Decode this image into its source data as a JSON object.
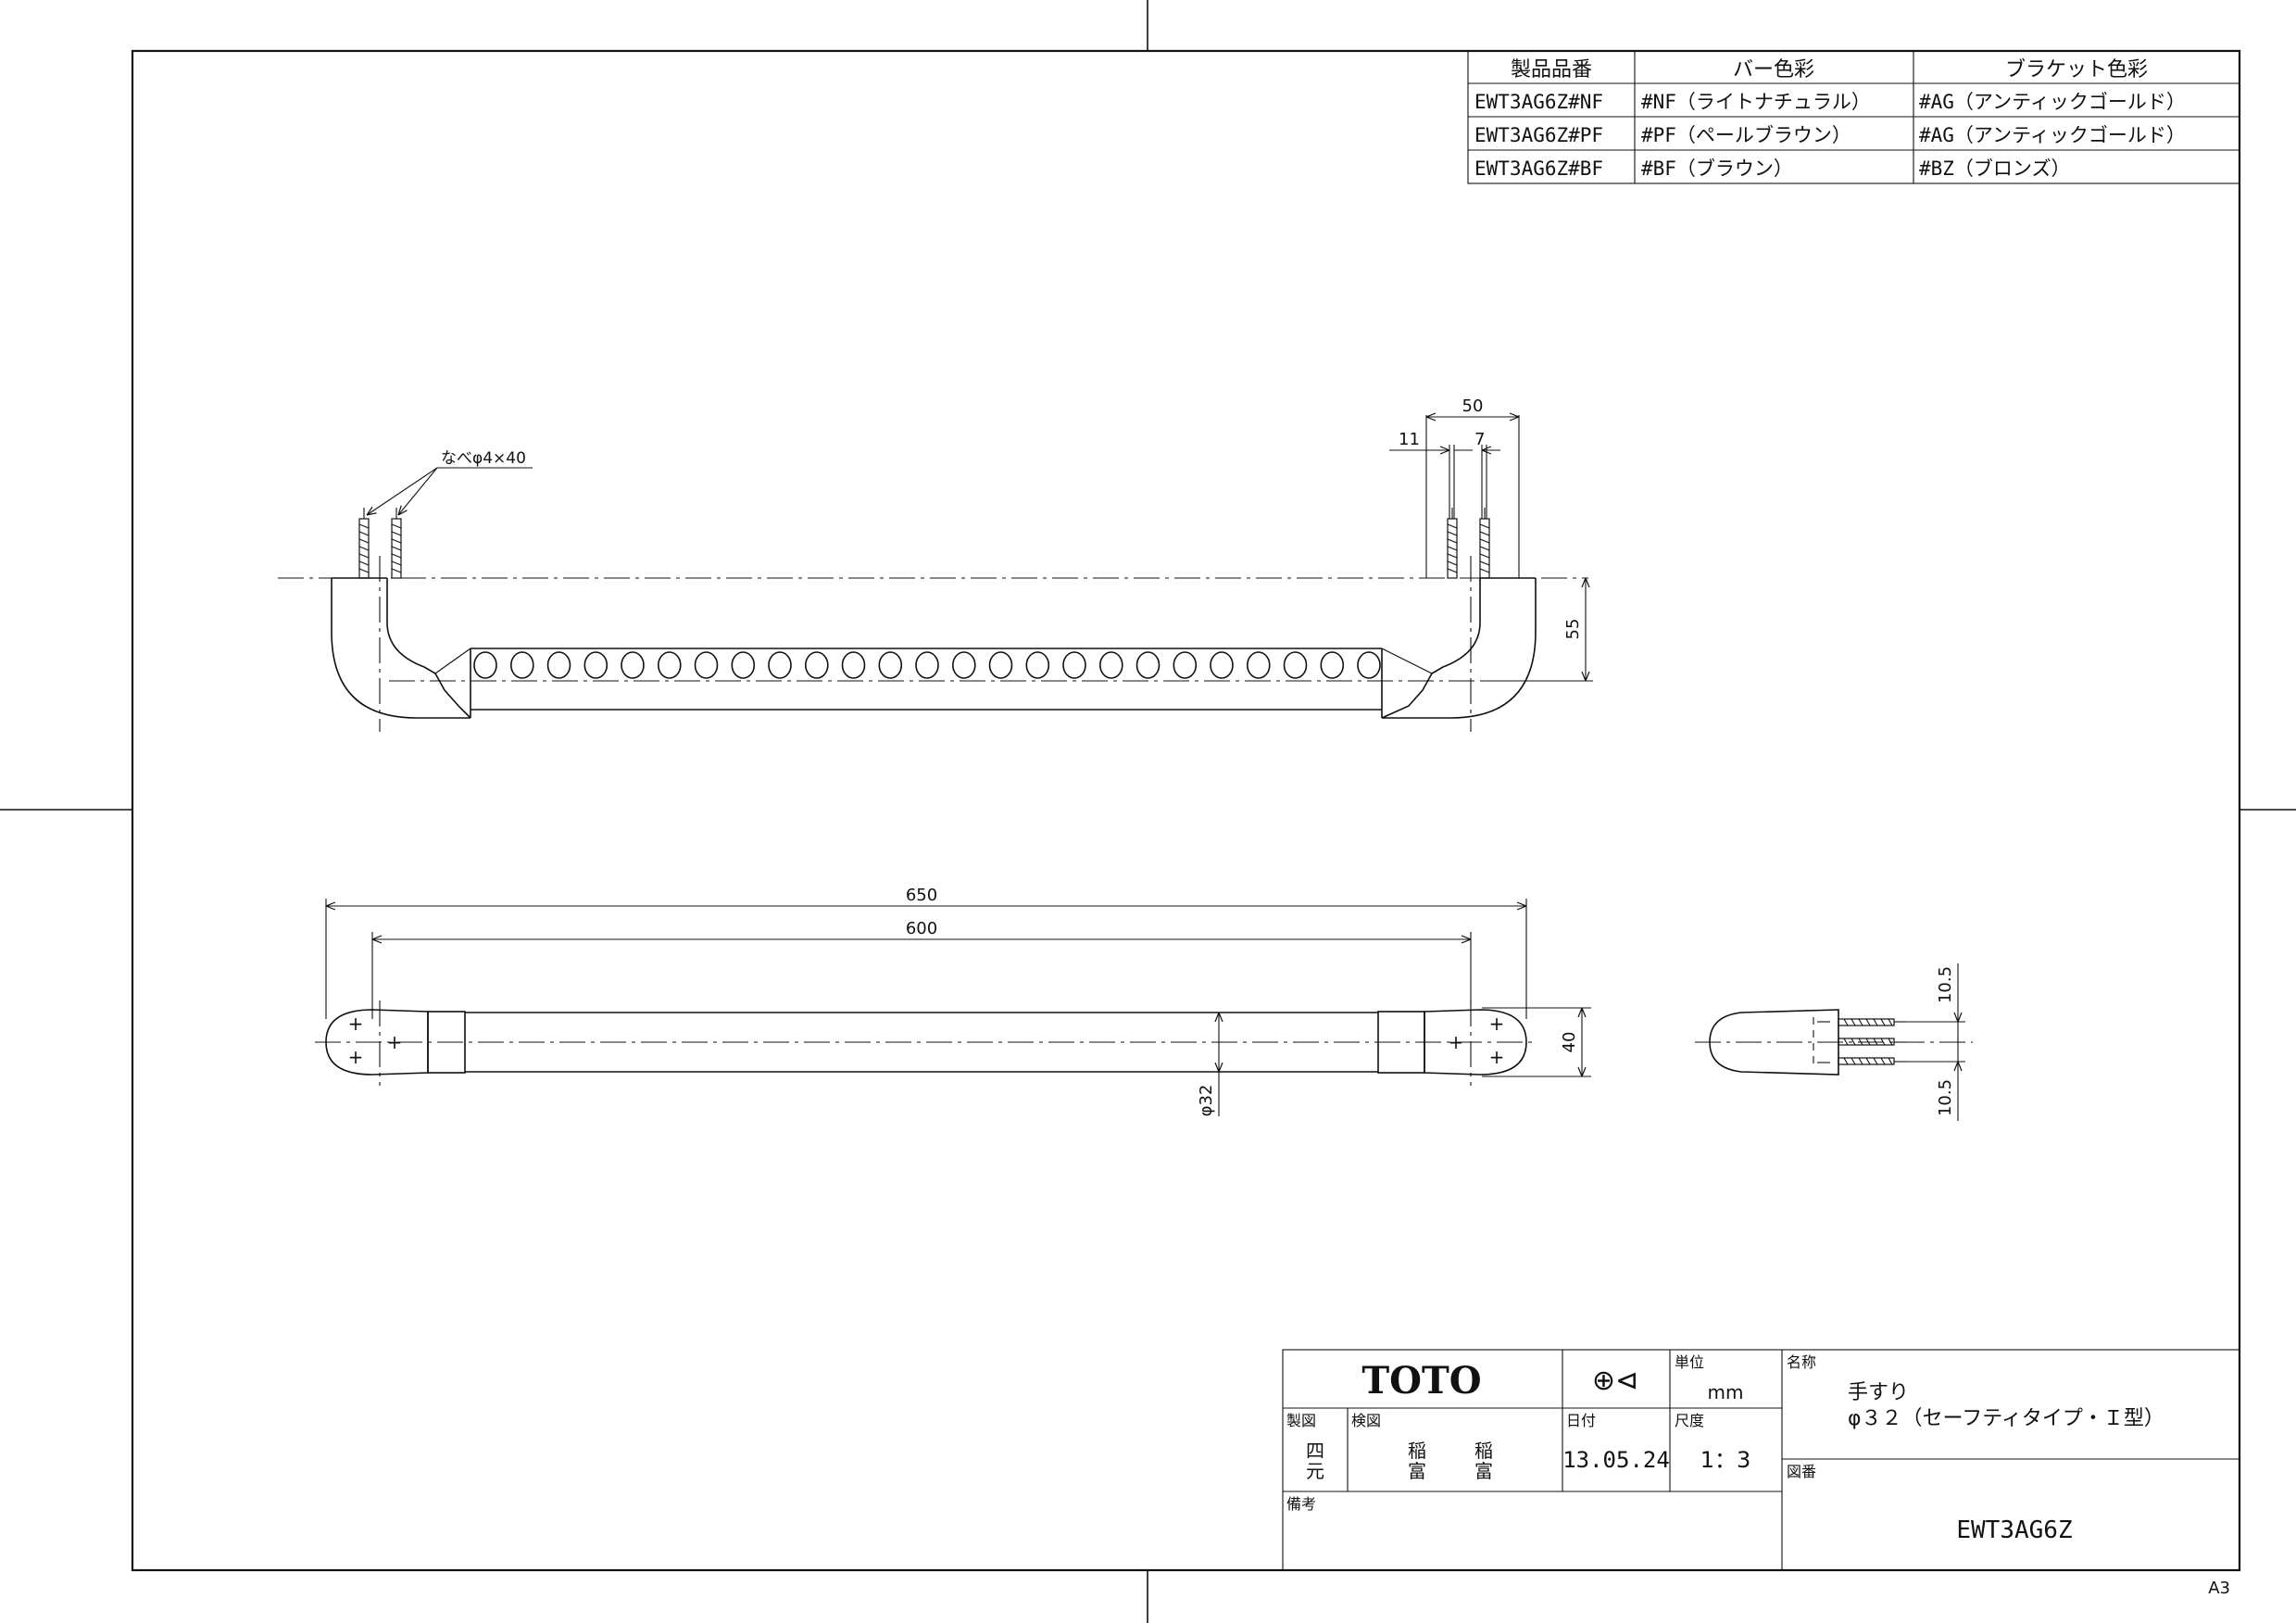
{
  "spec_table": {
    "headers": [
      "製品品番",
      "バー色彩",
      "ブラケット色彩"
    ],
    "rows": [
      [
        "EWT3AG6Z#NF",
        "#NF（ライトナチュラル）",
        "#AG（アンティックゴールド）"
      ],
      [
        "EWT3AG6Z#PF",
        "#PF（ペールブラウン）",
        "#AG（アンティックゴールド）"
      ],
      [
        "EWT3AG6Z#BF",
        "#BF（ブラウン）",
        "#BZ（ブロンズ）"
      ]
    ]
  },
  "dimensions": {
    "screw_note": "なべφ4×40",
    "d50": "50",
    "d11": "11",
    "d7": "7",
    "d55": "55",
    "d650": "650",
    "d600": "600",
    "d40": "40",
    "phi32": "φ32",
    "d10_5_top": "10.5",
    "d10_5_bottom": "10.5"
  },
  "title_block": {
    "logo": "TOTO",
    "projection_symbol": "⊕⊲",
    "unit_label": "単位",
    "unit_value": "mm",
    "name_label": "名称",
    "name_line1": "手すり",
    "name_line2": "φ３２（セーフティタイプ・Ｉ型）",
    "drawn_label": "製図",
    "drawn_value_1": "四",
    "drawn_value_2": "元",
    "checked_label": "検図",
    "checked_a1": "稲",
    "checked_a2": "富",
    "checked_b1": "稲",
    "checked_b2": "富",
    "date_label": "日付",
    "date_value": "13.05.24",
    "scale_label": "尺度",
    "scale_value": "1：3",
    "drawing_no_label": "図番",
    "drawing_no_value": "EWT3AG6Z",
    "remarks_label": "備考"
  },
  "sheet_size": "A3"
}
